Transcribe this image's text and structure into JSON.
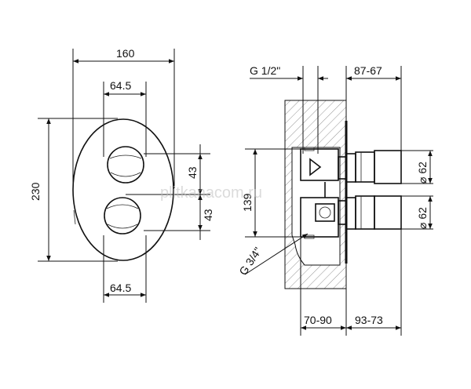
{
  "front_view": {
    "width_label": "160",
    "height_label": "230",
    "top_handle_width_label": "64.5",
    "bottom_handle_width_label": "64.5",
    "upper_offset_label": "43",
    "lower_offset_label": "43"
  },
  "side_view": {
    "inlet_thread_label": "G 1/2\"",
    "outlet_thread_label": "G 3/4\"",
    "projection_top_label": "87-67",
    "body_height_label": "139",
    "upper_diameter_label": "⌀ 62",
    "lower_diameter_label": "⌀ 62",
    "wall_depth_label": "70-90",
    "projection_bottom_label": "93-73"
  },
  "watermark": "plitkanacom.ru"
}
